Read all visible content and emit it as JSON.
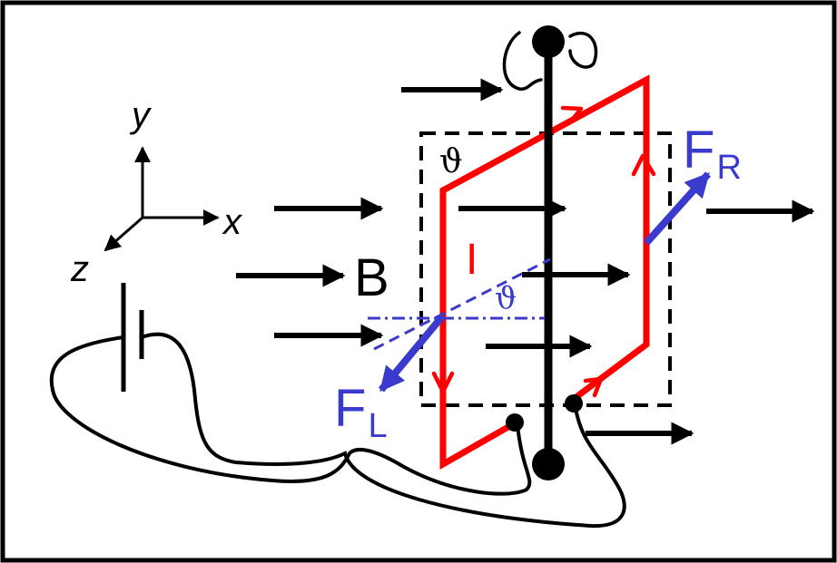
{
  "axes": {
    "x": "x",
    "y": "y",
    "z": "z"
  },
  "field_label": "B",
  "current_label": "I",
  "angle_label": "ϑ",
  "forces": {
    "left": {
      "main": "F",
      "sub": "L"
    },
    "right": {
      "main": "F",
      "sub": "R"
    }
  },
  "colors": {
    "loop": "#ff0000",
    "force": "#3a3acc",
    "field": "#000000",
    "frame": "#000000"
  }
}
